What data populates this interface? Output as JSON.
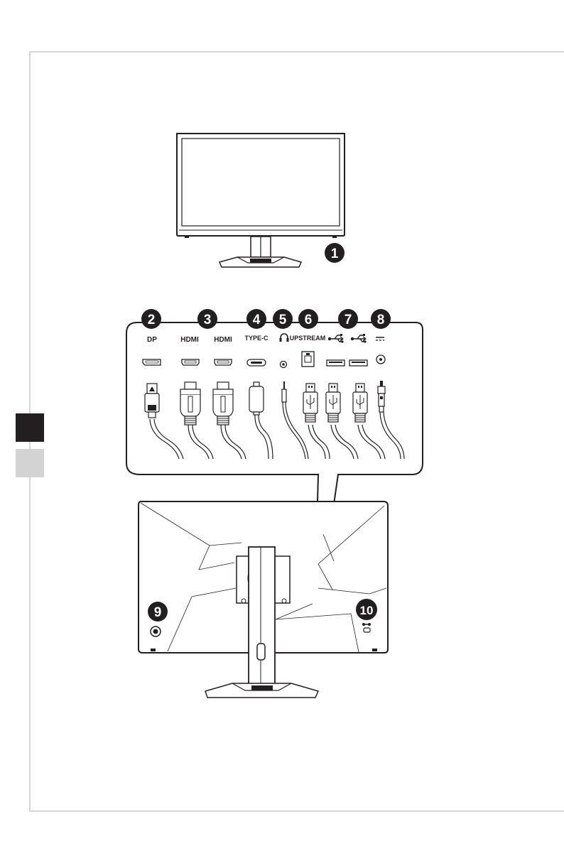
{
  "callouts": {
    "n1": "1",
    "n2": "2",
    "n3": "3",
    "n4": "4",
    "n5": "5",
    "n6": "6",
    "n7": "7",
    "n8": "8",
    "n9": "9",
    "n10": "10"
  },
  "port_labels": {
    "dp": "DP",
    "hdmi_1": "HDMI",
    "hdmi_2": "HDMI",
    "type_c": "TYPE-C",
    "upstream": "UPSTREAM"
  },
  "icons": {
    "headphone": "headphone-icon",
    "usb": "usb-icon",
    "dc_power": "dc-power-icon",
    "lock": "kensington-lock-icon"
  },
  "colors": {
    "ink": "#231f20",
    "tab_dark": "#231f20",
    "tab_light": "#d3d3d3",
    "frame": "#d6d6d6"
  }
}
